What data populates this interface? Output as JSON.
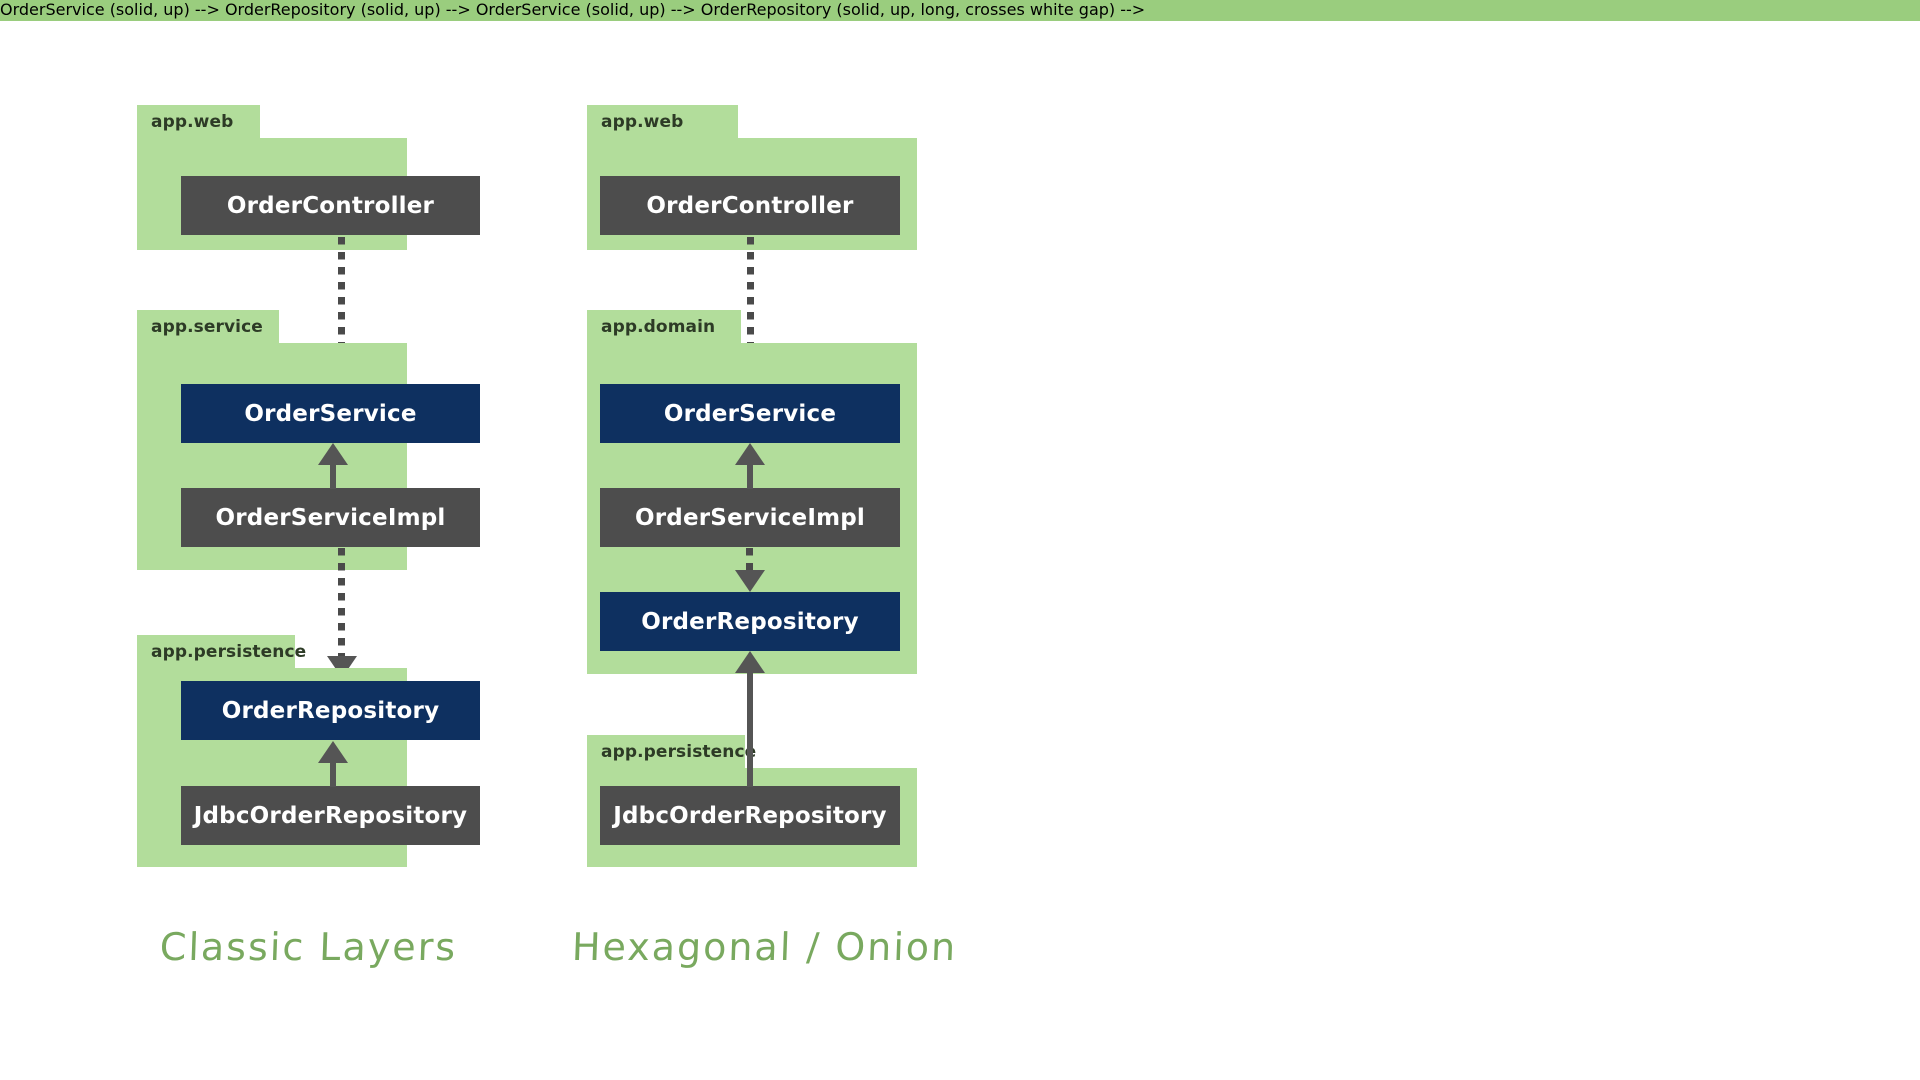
{
  "theme": {
    "top_bar_color": "#9acd7e",
    "package_color": "#b2dd9b",
    "implementation_color": "#4d4d4d",
    "interface_color": "#0e3060",
    "arrow_color": "#555555",
    "caption_color": "#79a95f",
    "background_color": "#ffffff"
  },
  "diagram": {
    "columns": [
      {
        "id": "classic-layers",
        "caption": "Classic Layers",
        "packages": [
          {
            "name": "app.web",
            "nodes": [
              {
                "label": "OrderController",
                "kind": "implementation"
              }
            ]
          },
          {
            "name": "app.service",
            "nodes": [
              {
                "label": "OrderService",
                "kind": "interface"
              },
              {
                "label": "OrderServiceImpl",
                "kind": "implementation"
              }
            ]
          },
          {
            "name": "app.persistence",
            "nodes": [
              {
                "label": "OrderRepository",
                "kind": "interface"
              },
              {
                "label": "JdbcOrderRepository",
                "kind": "implementation"
              }
            ]
          }
        ],
        "relations": [
          {
            "from": "OrderController",
            "to": "OrderService",
            "style": "dotted",
            "direction": "down"
          },
          {
            "from": "OrderServiceImpl",
            "to": "OrderService",
            "style": "solid",
            "direction": "up"
          },
          {
            "from": "OrderServiceImpl",
            "to": "OrderRepository",
            "style": "dotted",
            "direction": "down"
          },
          {
            "from": "JdbcOrderRepository",
            "to": "OrderRepository",
            "style": "solid",
            "direction": "up"
          }
        ]
      },
      {
        "id": "hexagonal-onion",
        "caption": "Hexagonal / Onion",
        "packages": [
          {
            "name": "app.web",
            "nodes": [
              {
                "label": "OrderController",
                "kind": "implementation"
              }
            ]
          },
          {
            "name": "app.domain",
            "nodes": [
              {
                "label": "OrderService",
                "kind": "interface"
              },
              {
                "label": "OrderServiceImpl",
                "kind": "implementation"
              },
              {
                "label": "OrderRepository",
                "kind": "interface"
              }
            ]
          },
          {
            "name": "app.persistence",
            "nodes": [
              {
                "label": "JdbcOrderRepository",
                "kind": "implementation"
              }
            ]
          }
        ],
        "relations": [
          {
            "from": "OrderController",
            "to": "OrderService",
            "style": "dotted",
            "direction": "down"
          },
          {
            "from": "OrderServiceImpl",
            "to": "OrderService",
            "style": "solid",
            "direction": "up"
          },
          {
            "from": "OrderServiceImpl",
            "to": "OrderRepository",
            "style": "dotted",
            "direction": "down"
          },
          {
            "from": "JdbcOrderRepository",
            "to": "OrderRepository",
            "style": "solid",
            "direction": "up"
          }
        ]
      }
    ]
  }
}
